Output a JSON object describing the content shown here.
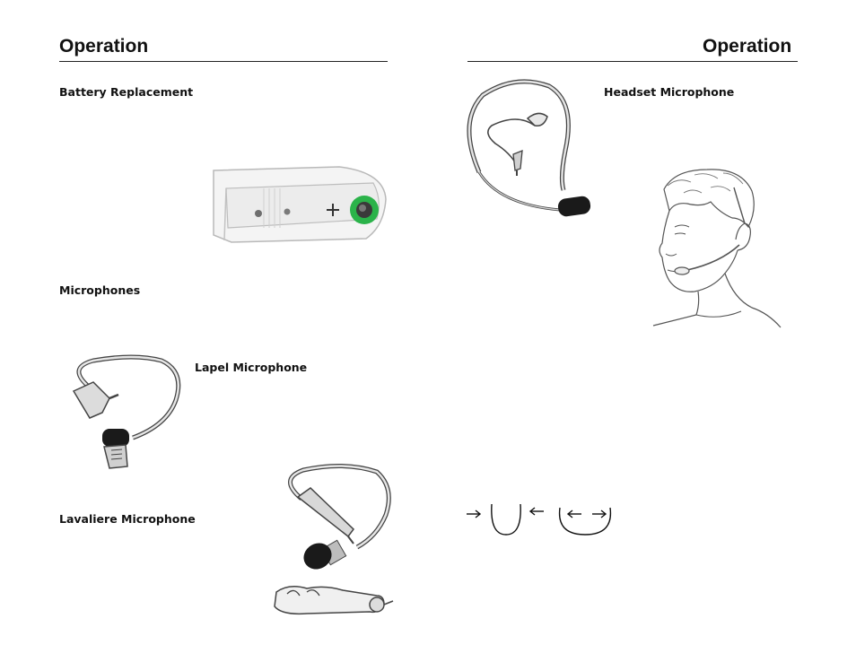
{
  "left_page": {
    "title": "Operation",
    "battery_heading": "Battery Replacement",
    "microphones_heading": "Microphones",
    "lapel_label": "Lapel Microphone",
    "lavaliere_label": "Lavaliere Microphone"
  },
  "right_page": {
    "title": "Operation",
    "headset_label": "Headset Microphone"
  },
  "colors": {
    "text": "#111111",
    "accent_green": "#2bb34a",
    "line": "#222222"
  },
  "icons": [
    "battery-compartment-illustration",
    "lapel-microphone-illustration",
    "lavaliere-microphone-illustration",
    "headset-microphone-illustration",
    "man-wearing-headset-illustration",
    "adjustment-arrows-diagram"
  ]
}
